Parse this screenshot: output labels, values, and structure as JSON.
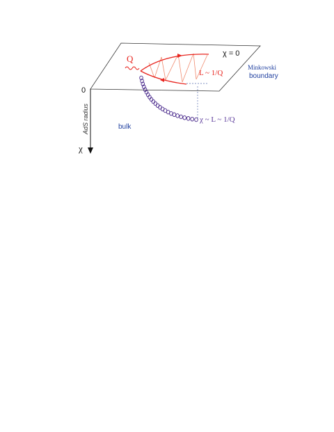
{
  "labels": {
    "chi_zero": "χ = 0",
    "minkowski_line1": "Minkowski",
    "minkowski_line2": "boundary",
    "source": "Q",
    "string_length": "L ~ 1/Q",
    "origin": "0",
    "axis_name": "AdS radius",
    "axis_symbol": "χ",
    "bulk": "bulk",
    "depth_relation": "χ ~ L ~ 1/Q"
  },
  "colors": {
    "plane": "#333333",
    "string": "#e8251f",
    "string_rungs": "#f08a6e",
    "gluon": "#4a2a8c",
    "depth_text": "#5b3a9a",
    "blue_text": "#1f3f9f",
    "axis": "#111111",
    "dashed": "#5a6fb0"
  }
}
